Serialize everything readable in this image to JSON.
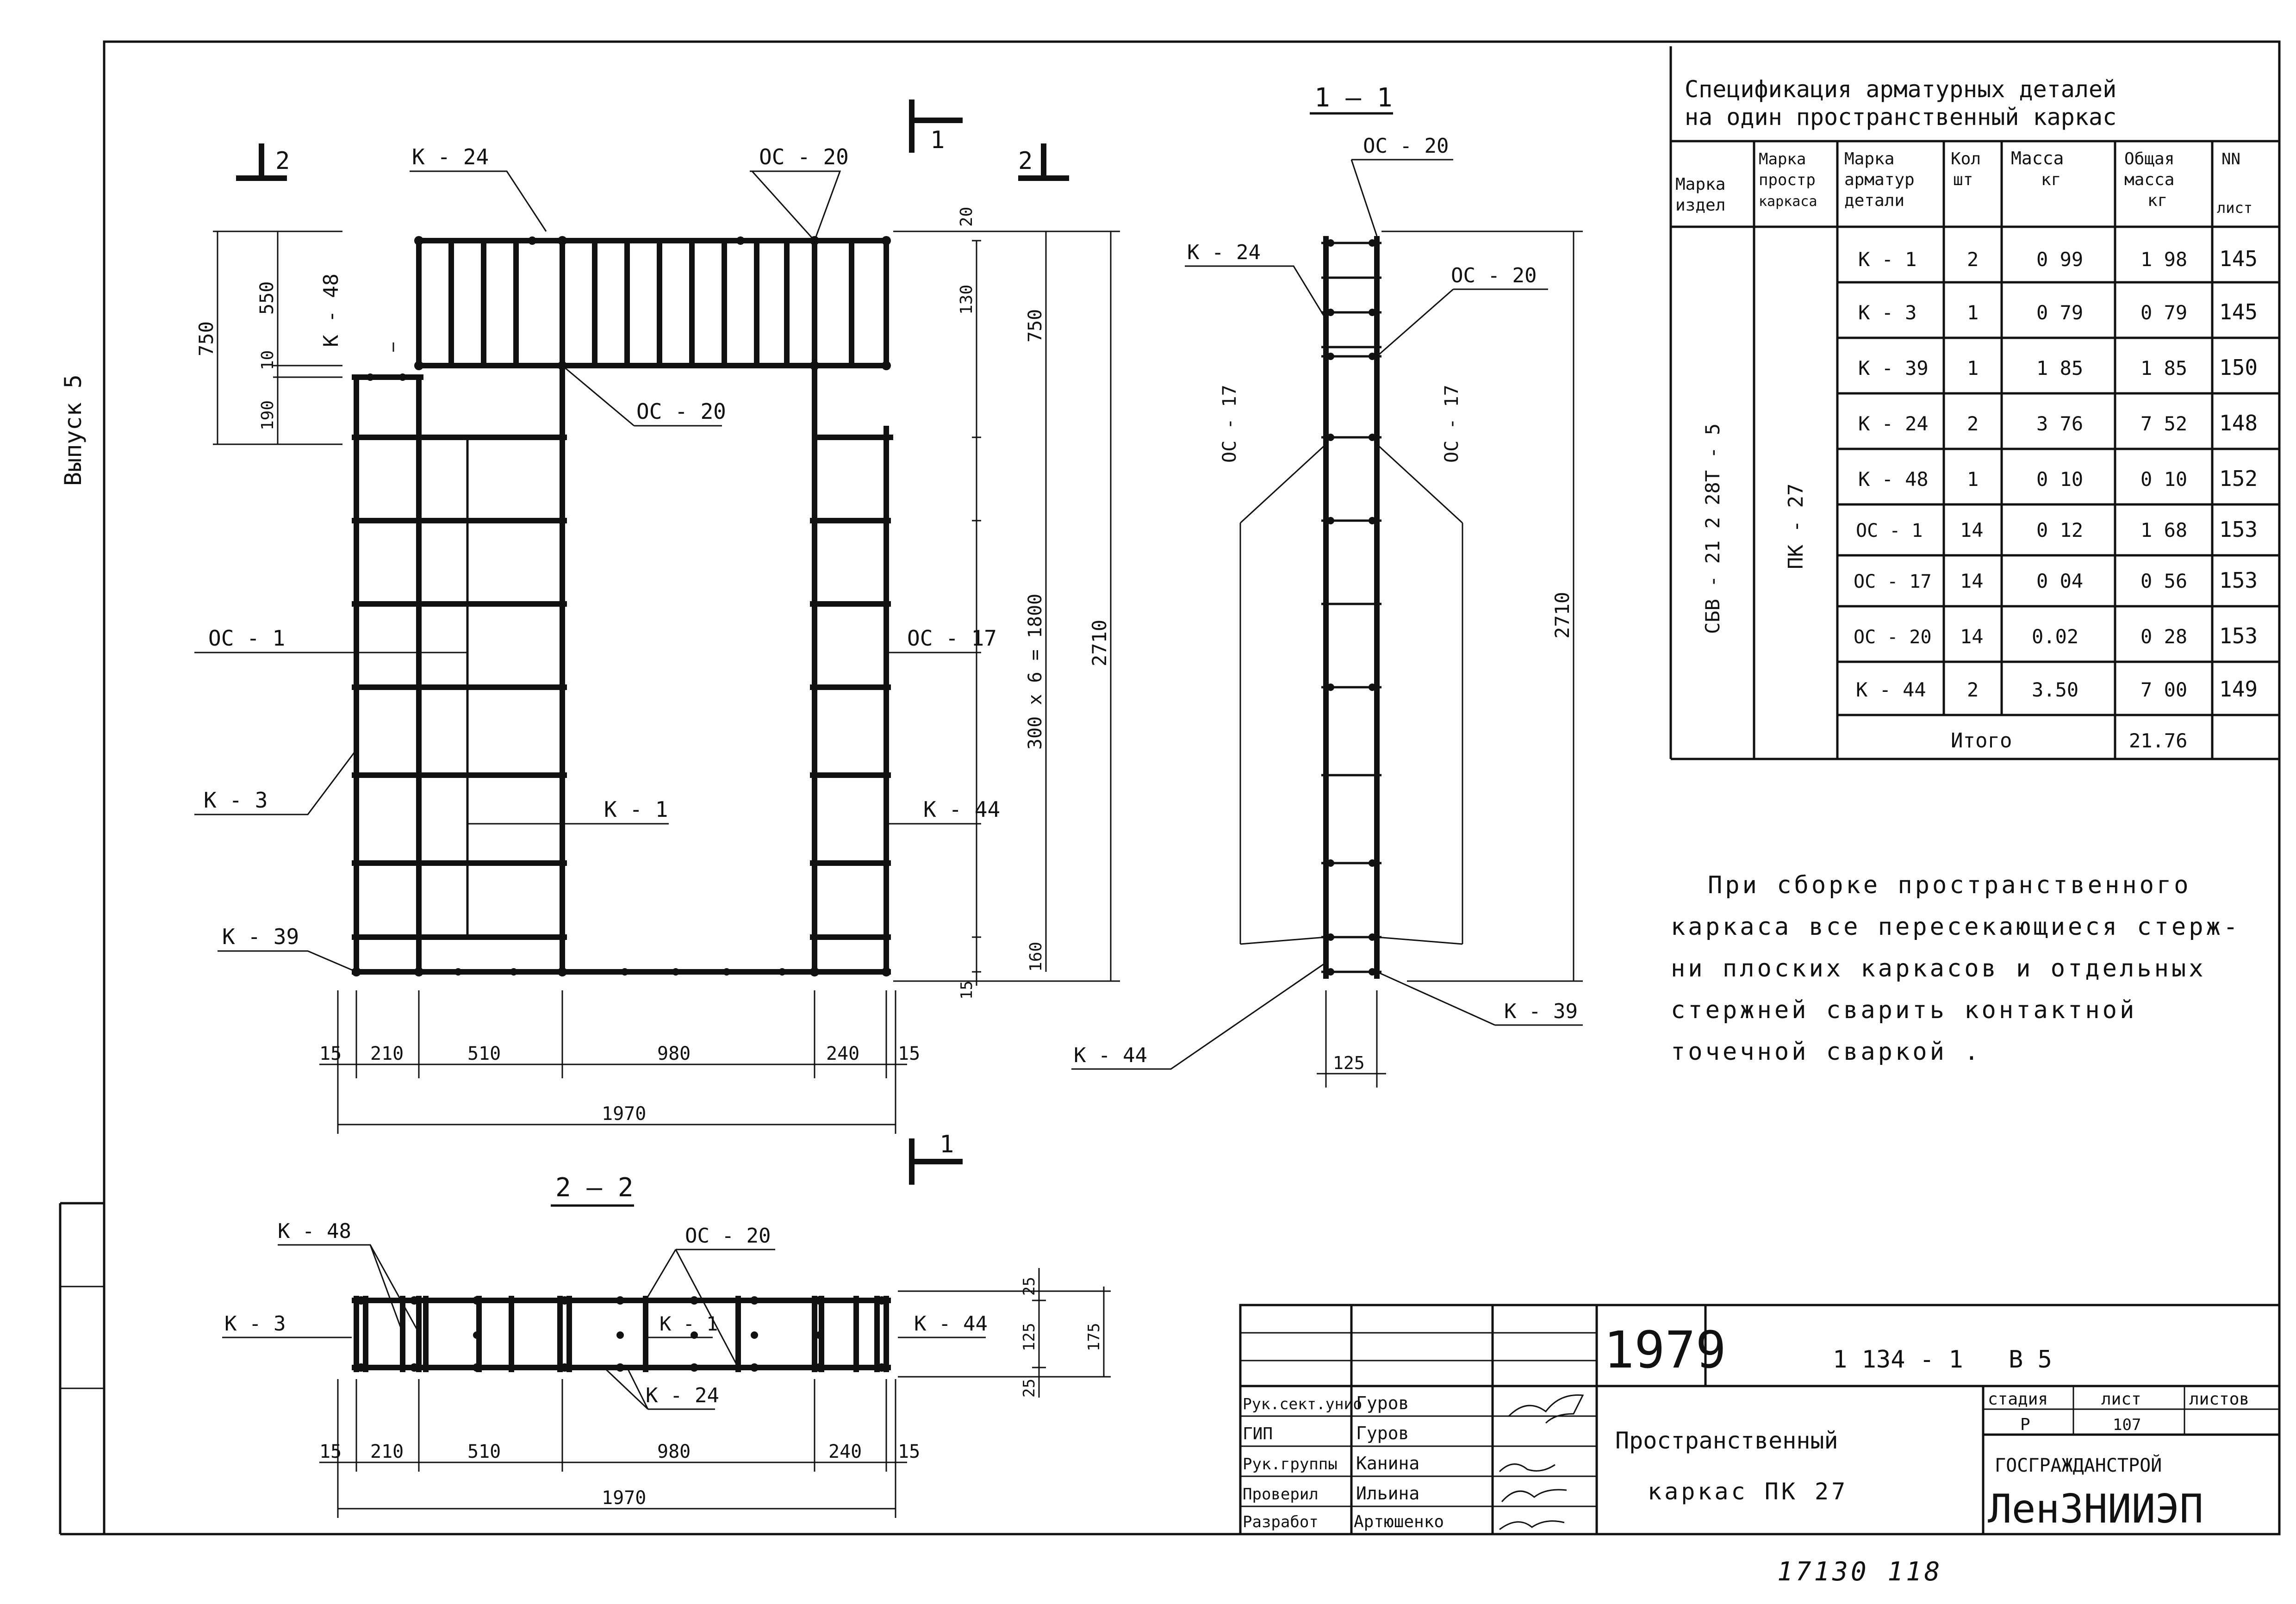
{
  "side_label": "Выпуск 5",
  "elevation": {
    "sec2_left": "2",
    "sec2_right": "2",
    "sec1_top": "1",
    "sec1_bottom": "1",
    "labels": {
      "k24": "К - 24",
      "oc20_top": "ОС - 20",
      "oc20_mid": "ОС - 20",
      "k48": "К - 48",
      "oc1": "ОС - 1",
      "oc17": "ОС - 17",
      "k3": "К - 3",
      "k1": "К - 1",
      "k44": "К - 44",
      "k39": "К - 39"
    },
    "dims": {
      "left_750": "750",
      "left_550": "550",
      "left_10": "10",
      "left_190": "190",
      "right_20": "20",
      "right_130": "130",
      "right_750": "750",
      "step": "300 х 6 = 1800",
      "total_h": "2710",
      "bot_160": "160",
      "bot_15": "15",
      "bottom": [
        "15",
        "210",
        "510",
        "980",
        "240",
        "15"
      ],
      "total_w": "1970"
    }
  },
  "section11": {
    "title": "1 — 1",
    "oc20_top": "ОС - 20",
    "k24": "К - 24",
    "oc20_mid": "ОС - 20",
    "oc17_left": "ОС - 17",
    "oc17_right": "ОС - 17",
    "k39": "К - 39",
    "k44": "К - 44",
    "dim_height": "2710",
    "dim_width": "125"
  },
  "section22": {
    "title": "2 — 2",
    "k48": "К - 48",
    "oc20": "ОС - 20",
    "k3": "К - 3",
    "k1": "К - 1",
    "k44": "К - 44",
    "k24": "К - 24",
    "dims_right": [
      "25",
      "125",
      "25",
      "175"
    ],
    "bottom": [
      "15",
      "210",
      "510",
      "980",
      "240",
      "15"
    ],
    "total_w": "1970"
  },
  "spec": {
    "title1": "Спецификация арматурных деталей",
    "title2": "на один пространственный каркас",
    "headers": [
      [
        "Марка",
        "издел"
      ],
      [
        "Марка",
        "простр",
        "каркаса"
      ],
      [
        "Марка",
        "арматур",
        "детали"
      ],
      [
        "Кол",
        "шт"
      ],
      [
        "Масса",
        "кг"
      ],
      [
        "Общая",
        "масса",
        "кг"
      ],
      [
        "NN",
        "лист"
      ]
    ],
    "product": "СБВ - 21 2 28Т - 5",
    "frame": "ПК - 27",
    "rows": [
      [
        "К - 1",
        "2",
        "0 99",
        "1 98",
        "145"
      ],
      [
        "К - 3",
        "1",
        "0 79",
        "0 79",
        "145"
      ],
      [
        "К - 39",
        "1",
        "1 85",
        "1 85",
        "150"
      ],
      [
        "К - 24",
        "2",
        "3 76",
        "7 52",
        "148"
      ],
      [
        "К - 48",
        "1",
        "0 10",
        "0 10",
        "152"
      ],
      [
        "ОС - 1",
        "14",
        "0 12",
        "1 68",
        "153"
      ],
      [
        "ОС - 17",
        "14",
        "0 04",
        "0 56",
        "153"
      ],
      [
        "ОС - 20",
        "14",
        "0.02",
        "0 28",
        "153"
      ],
      [
        "К - 44",
        "2",
        "3.50",
        "7 00",
        "149"
      ]
    ],
    "total_label": "Итого",
    "total_value": "21.76"
  },
  "note": [
    "При сборке пространственного",
    "каркаса все пересекающиеся стерж-",
    "ни плоских каркасов и отдельных",
    "стержней сварить контактной",
    "точечной сваркой ."
  ],
  "titleblock": {
    "year": "1979",
    "code": "1 134 - 1",
    "issue": "В 5",
    "roles": [
      "Рук.сект.унио",
      "ГИП",
      "Рук.группы",
      "Проверил",
      "Разработ"
    ],
    "names": [
      "Гуров",
      "Гуров",
      "Канина",
      "Ильина",
      "Артюшенко"
    ],
    "title1": "Пространственный",
    "title2": "каркас ПК 27",
    "stage_h": "стадия",
    "sheet_h": "лист",
    "sheets_h": "листов",
    "stage": "Р",
    "sheet": "107",
    "org1": "ГОСГРАЖДАНСТРОЙ",
    "org2": "ЛенЗНИИЭП"
  },
  "footer": "17130 118"
}
